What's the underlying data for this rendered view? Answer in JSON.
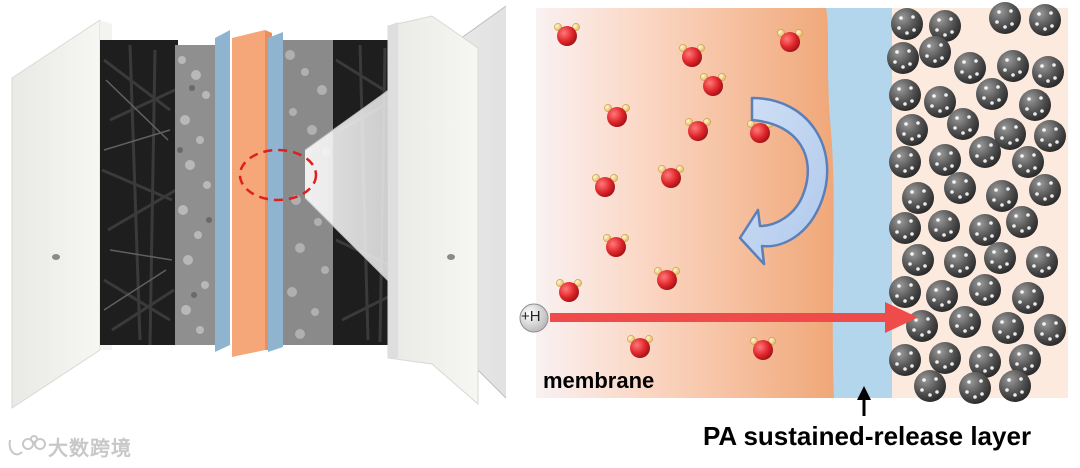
{
  "labels": {
    "membrane": "membrane",
    "layer": "PA sustained-release layer",
    "proton": "+H"
  },
  "watermark": {
    "text": "大数跨境"
  },
  "colors": {
    "membrane_orange": "#f6a77a",
    "pa_layer_blue": "#b3d6ec",
    "arrow_red": "#ef4b4b",
    "water_red": "#e0262b",
    "hydrogen_yellow": "#f4d48a",
    "carbon_gray": "#4a4a4a"
  }
}
